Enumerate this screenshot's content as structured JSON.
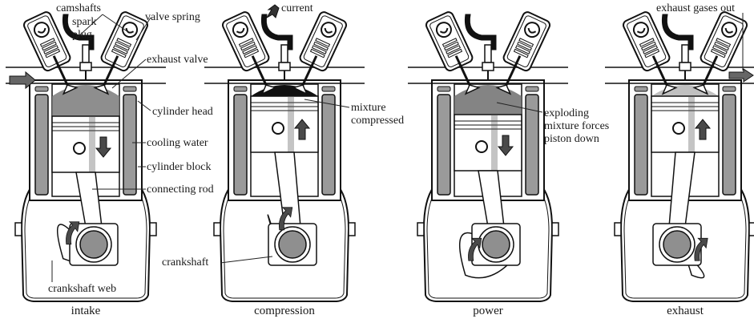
{
  "diagram": {
    "title": "Four-stroke engine cycle",
    "colors": {
      "outline": "#111111",
      "coolant": "#9a9a9a",
      "chamber_intake": "#7a7a7a",
      "chamber_compression": "#111111",
      "chamber_power": "#6e6e6e",
      "chamber_exhaust": "#b5b5b5",
      "bearing": "#8f8f8f",
      "arrow": "#4a4a4a"
    },
    "panels": [
      {
        "id": "intake",
        "caption": "intake",
        "piston_direction": "down",
        "crank_rotation": "clockwise-up",
        "flow_arrow": "in-left",
        "labels": [
          "camshafts",
          "spark plug",
          "valve spring",
          "exhaust valve",
          "cylinder head",
          "cooling water",
          "cylinder block",
          "connecting rod",
          "crankshaft web"
        ]
      },
      {
        "id": "compression",
        "caption": "compression",
        "piston_direction": "up",
        "flow_arrow": "current-in-top",
        "labels": [
          "current",
          "mixture compressed",
          "crankshaft"
        ]
      },
      {
        "id": "power",
        "caption": "power",
        "piston_direction": "down",
        "labels": [
          "exploding mixture forces piston down"
        ]
      },
      {
        "id": "exhaust",
        "caption": "exhaust",
        "piston_direction": "up",
        "flow_arrow": "out-right",
        "labels": [
          "exhaust gases out"
        ]
      }
    ],
    "labels": {
      "camshafts": "camshafts",
      "spark": "spark",
      "plug": "plug",
      "valve_spring": "valve spring",
      "exhaust_valve": "exhaust valve",
      "cylinder_head": "cylinder head",
      "cooling_water": "cooling water",
      "cylinder_block": "cylinder block",
      "connecting_rod": "connecting rod",
      "crankshaft_web": "crankshaft web",
      "current": "current",
      "mixture": "mixture",
      "compressed": "compressed",
      "crankshaft": "crankshaft",
      "exploding": "exploding",
      "mixture_forces": "mixture forces",
      "piston_down": "piston down",
      "exhaust_gases_out": "exhaust gases out"
    },
    "captions": {
      "intake": "intake",
      "compression": "compression",
      "power": "power",
      "exhaust": "exhaust"
    }
  }
}
